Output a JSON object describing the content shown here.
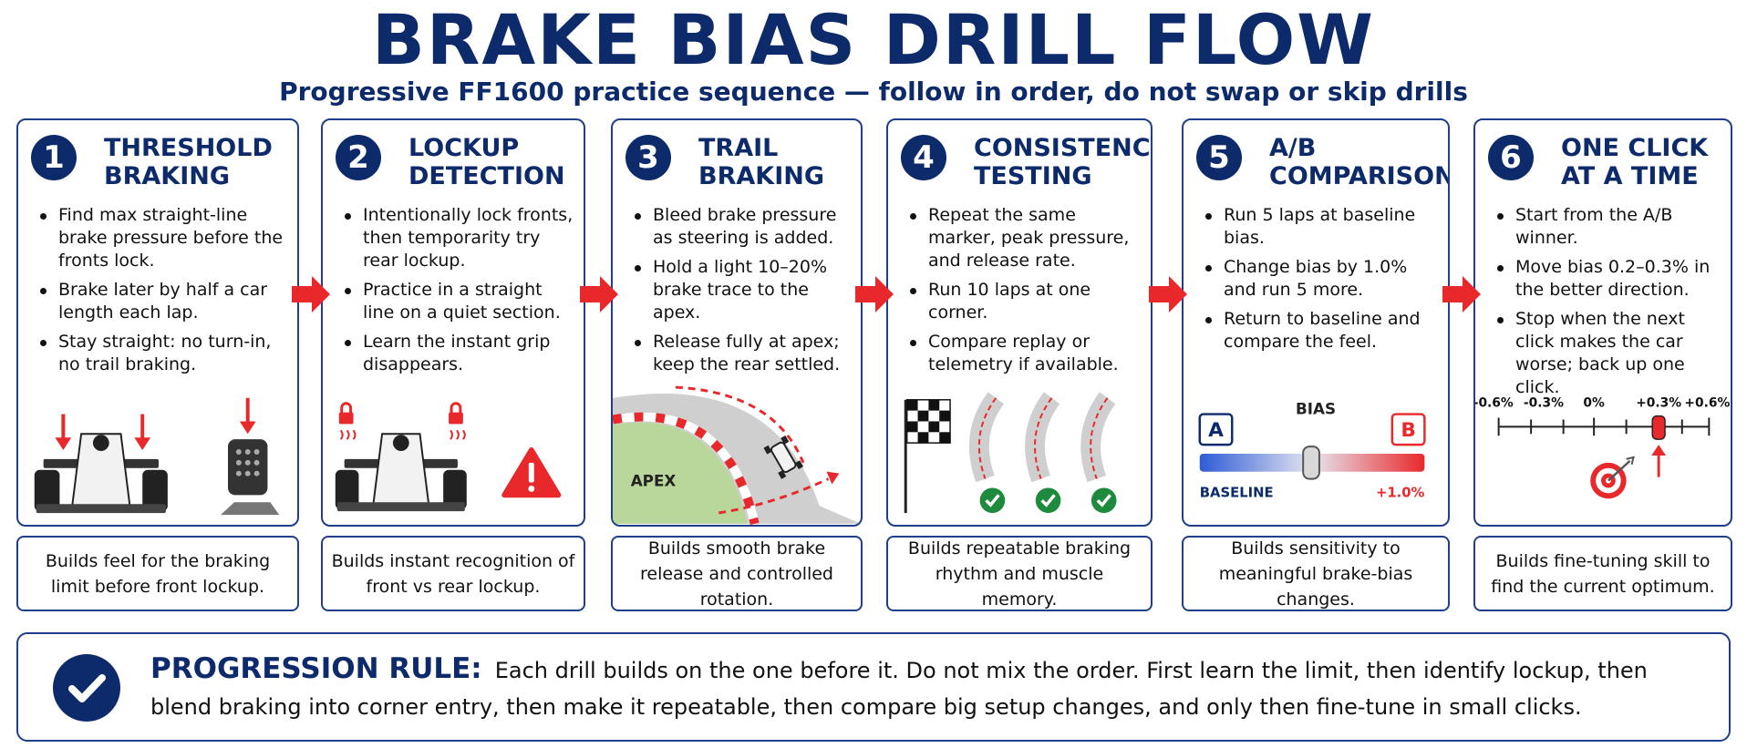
{
  "title": "BRAKE BIAS DRILL FLOW",
  "subtitle": "Progressive FF1600 practice sequence — follow in order, do not swap or skip drills",
  "drills": [
    {
      "number": "1",
      "title": "THRESHOLD\nBRAKING",
      "bullets": [
        "Find max straight-line brake pressure before the fronts lock.",
        "Brake later by half a car length each lap.",
        "Stay straight: no turn-in, no trail braking."
      ],
      "builds": "Builds feel for the braking limit before front lockup."
    },
    {
      "number": "2",
      "title": "LOCKUP\nDETECTION",
      "bullets": [
        "Intentionally lock fronts, then temporarity try rear lockup.",
        "Practice in a straight line on a quiet section.",
        "Learn the instant grip disappears."
      ],
      "builds": "Builds instant recognition of front vs rear lockup."
    },
    {
      "number": "3",
      "title": "TRAIL\nBRAKING",
      "bullets": [
        "Bleed brake pressure as steering is added.",
        "Hold a light 10–20% brake trace to the apex.",
        "Release fully at apex; keep the rear settled."
      ],
      "builds": "Builds smooth brake release and controlled rotation.",
      "apex_label": "APEX"
    },
    {
      "number": "4",
      "title": "CONSISTENCY\nTESTING",
      "bullets": [
        "Repeat the same marker, peak pressure, and release rate.",
        "Run 10 laps at one corner.",
        "Compare replay or telemetry if available."
      ],
      "builds": "Builds repeatable braking rhythm and muscle memory."
    },
    {
      "number": "5",
      "title": "A/B\nCOMPARISON",
      "bullets": [
        "Run 5 laps at baseline bias.",
        "Change bias by 1.0% and run 5 more.",
        "Return to baseline and compare the feel."
      ],
      "builds": "Builds sensitivity to meaningful brake-bias changes.",
      "slider": {
        "a": "A",
        "b": "B",
        "label": "BIAS",
        "left": "BASELINE",
        "right": "+1.0%"
      }
    },
    {
      "number": "6",
      "title": "ONE CLICK\nAT A TIME",
      "bullets": [
        "Start from the A/B winner.",
        "Move bias 0.2–0.3% in the better direction.",
        "Stop when the next click makes the car worse; back up one click."
      ],
      "builds": "Builds fine-tuning skill to find the current optimum.",
      "scale": [
        "-0.6%",
        "-0.3%",
        "0%",
        "+0.3%",
        "+0.6%"
      ]
    }
  ],
  "rule": {
    "label": "PROGRESSION RULE:",
    "text": "Each drill builds on the one before it. Do not mix the order. First learn the limit, then identify lockup, then blend braking into corner entry, then make it repeatable, then compare big setup changes, and only then fine-tune in small clicks."
  },
  "colors": {
    "navy": "#0d2a6b",
    "border": "#1f3f8a",
    "red": "#e8282b",
    "blue": "#2f5bd6",
    "green": "#1e8a3e"
  },
  "icons": [
    "race-car-icon",
    "brake-pedal-icon",
    "lock-icon",
    "warning-icon",
    "checkered-flag-icon",
    "check-icon",
    "target-icon"
  ]
}
